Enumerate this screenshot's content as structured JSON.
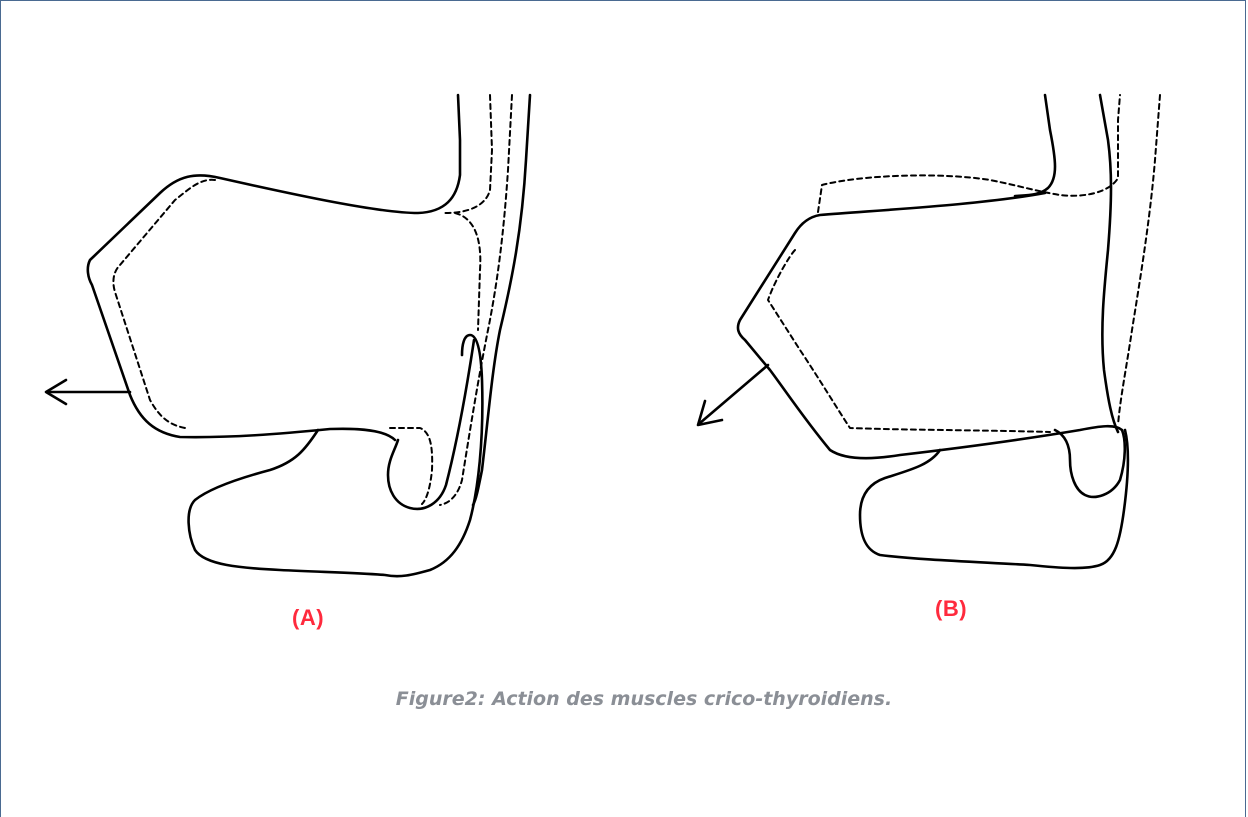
{
  "figure": {
    "panels": [
      {
        "label": "(A)"
      },
      {
        "label": "(B)"
      }
    ],
    "caption": "Figure2: Action des muscles crico-thyroidiens."
  },
  "colors": {
    "frame_border": "#4a6a91",
    "label_color": "#ff2a3d",
    "caption_color": "#8b8f96",
    "line_color": "#000000"
  }
}
